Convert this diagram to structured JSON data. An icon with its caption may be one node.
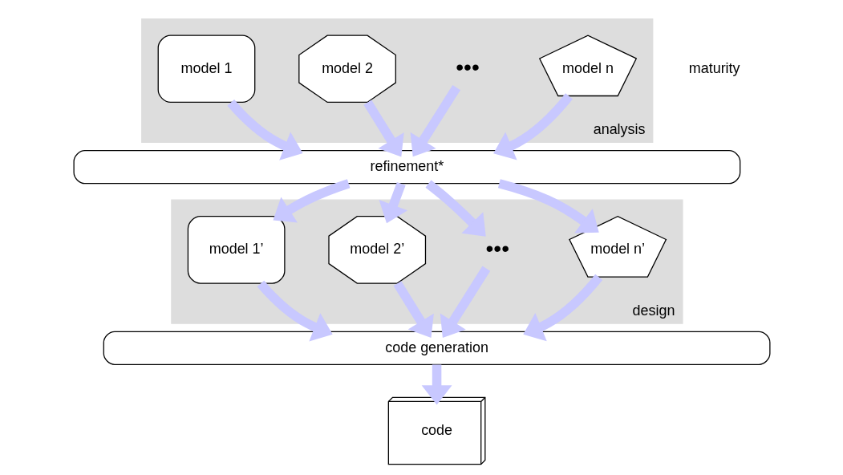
{
  "diagram": {
    "nodes": [
      {
        "text": [
          "analysis"
        ]
      },
      {
        "text": [
          "model 1"
        ],
        "in": 0
      },
      {
        "text": [
          "model 2"
        ],
        "in": 0
      },
      {
        "text": [
          "•••"
        ],
        "in": 0
      },
      {
        "text": [
          "model n"
        ],
        "in": 0
      },
      {
        "text": [
          "refinement*"
        ]
      },
      {
        "text": [
          "design"
        ]
      },
      {
        "text": [
          "model 1’"
        ],
        "in": 6
      },
      {
        "text": [
          "model 2’"
        ],
        "in": 6
      },
      {
        "text": [
          "•••"
        ],
        "in": 6
      },
      {
        "text": [
          "model n’"
        ],
        "in": 6
      },
      {
        "text": [
          "code generation"
        ]
      },
      {
        "text": [
          "code"
        ]
      }
    ],
    "edges": [
      {
        "from": 1,
        "to": 5,
        "arrow": "to"
      },
      {
        "from": 2,
        "to": 5,
        "arrow": "to"
      },
      {
        "from": 3,
        "to": 5,
        "arrow": "to"
      },
      {
        "from": 4,
        "to": 5,
        "arrow": "to"
      },
      {
        "from": 5,
        "to": 7,
        "arrow": "to"
      },
      {
        "from": 5,
        "to": 8,
        "arrow": "to"
      },
      {
        "from": 5,
        "to": 9,
        "arrow": "to"
      },
      {
        "from": 5,
        "to": 10,
        "arrow": "to"
      },
      {
        "from": 7,
        "to": 11,
        "arrow": "to"
      },
      {
        "from": 8,
        "to": 11,
        "arrow": "to"
      },
      {
        "from": 9,
        "to": 11,
        "arrow": "to"
      },
      {
        "from": 10,
        "to": 11,
        "arrow": "to"
      },
      {
        "from": 11,
        "to": 12,
        "arrow": "to"
      }
    ],
    "labels": [
      "maturity"
    ]
  }
}
